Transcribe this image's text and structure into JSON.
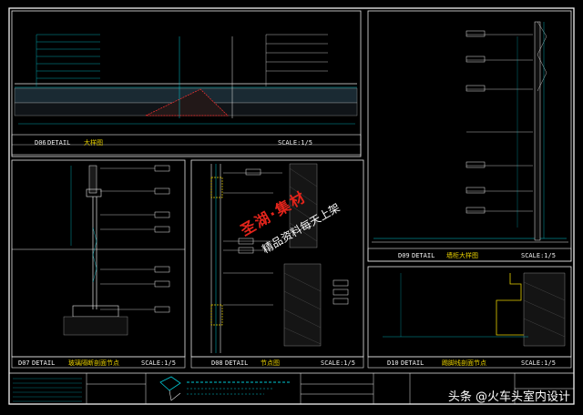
{
  "sheet": {
    "frame_color": "#f2f2f2",
    "panel_color": "#e8e8e8",
    "cyan": "#00c8d4",
    "red": "#ff3030",
    "green": "#30d040",
    "yellow": "#e8d000",
    "magenta": "#ff50d0"
  },
  "details": [
    {
      "id": "D06",
      "word": "DETAIL",
      "title": "大样图",
      "scale": "SCALE:1/5"
    },
    {
      "id": "D09",
      "word": "DETAIL",
      "title": "墙柜大样图",
      "scale": "SCALE:1/5"
    },
    {
      "id": "D07",
      "word": "DETAIL",
      "title": "玻璃隔断剖面节点",
      "scale": "SCALE:1/5"
    },
    {
      "id": "D08",
      "word": "DETAIL",
      "title": "节点图",
      "scale": "SCALE:1/5"
    },
    {
      "id": "D10",
      "word": "DETAIL",
      "title": "踢脚线剖面节点",
      "scale": "SCALE:1/5"
    }
  ],
  "watermark": {
    "main": "圣湖·集材",
    "sub": "精品资料每天上架"
  },
  "brand": {
    "text": "头条 @火车头室内设计"
  }
}
